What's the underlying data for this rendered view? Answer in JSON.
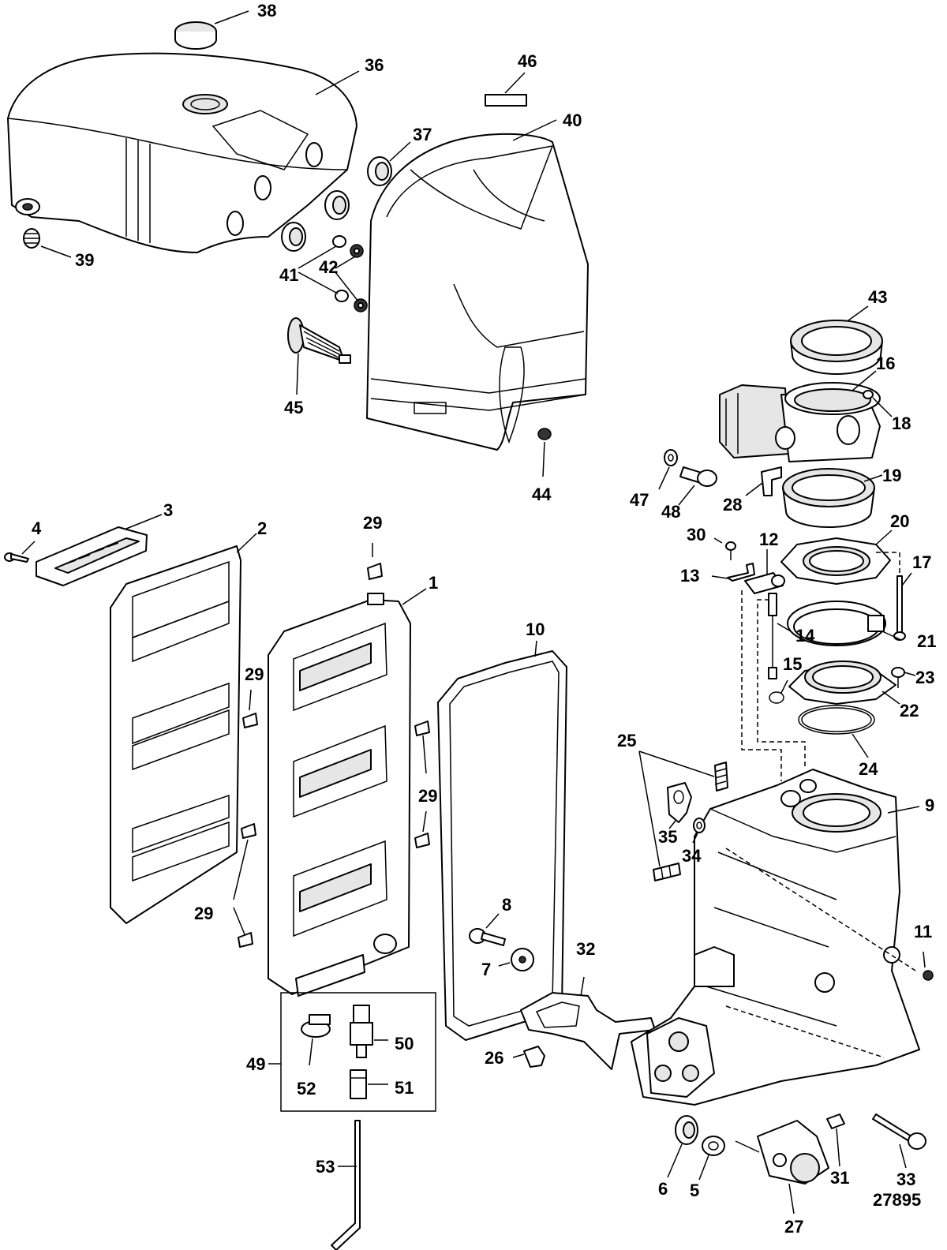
{
  "drawing_number": "27895",
  "callouts": {
    "c1": "1",
    "c2": "2",
    "c3": "3",
    "c4": "4",
    "c5": "5",
    "c6": "6",
    "c7": "7",
    "c8": "8",
    "c9": "9",
    "c10": "10",
    "c11": "11",
    "c12": "12",
    "c13": "13",
    "c14": "14",
    "c15": "15",
    "c16": "16",
    "c17": "17",
    "c18": "18",
    "c19": "19",
    "c20": "20",
    "c21": "21",
    "c22": "22",
    "c23": "23",
    "c24": "24",
    "c25": "25",
    "c26": "26",
    "c27": "27",
    "c28": "28",
    "c29a": "29",
    "c29b": "29",
    "c29c": "29",
    "c29d": "29",
    "c30": "30",
    "c31": "31",
    "c32": "32",
    "c33": "33",
    "c34": "34",
    "c35": "35",
    "c36": "36",
    "c37": "37",
    "c38": "38",
    "c39": "39",
    "c40": "40",
    "c41": "41",
    "c42": "42",
    "c43": "43",
    "c44": "44",
    "c45": "45",
    "c46": "46",
    "c47": "47",
    "c48": "48",
    "c49": "49",
    "c50": "50",
    "c51": "51",
    "c52": "52",
    "c53": "53"
  }
}
